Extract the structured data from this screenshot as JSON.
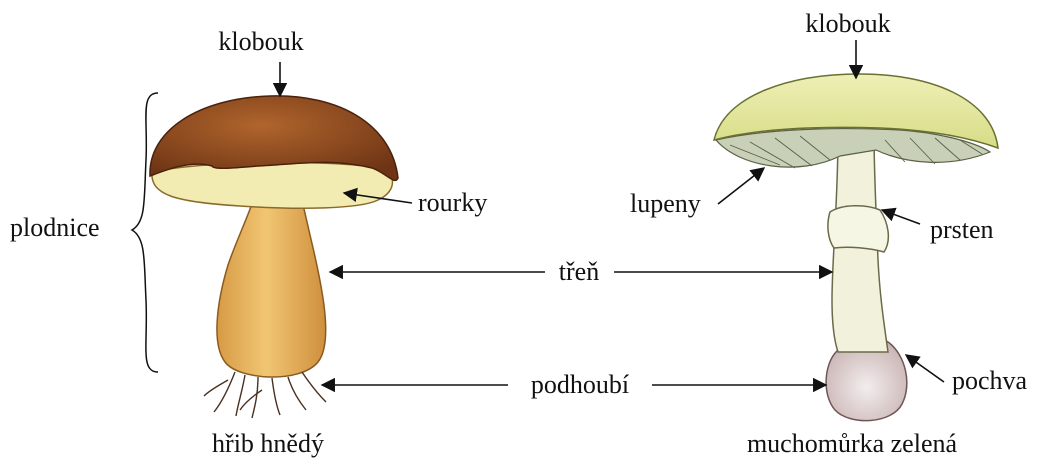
{
  "labels": {
    "cap_left": "klobouk",
    "cap_right": "klobouk",
    "fruiting_body": "plodnice",
    "tubes": "rourky",
    "gills": "lupeny",
    "ring": "prsten",
    "stem": "třeň",
    "mycelium": "podhoubí",
    "volva": "pochva",
    "name_left": "hřib hnědý",
    "name_right": "muchomůrka zelená"
  },
  "colors": {
    "boletus_cap": "#8a4a22",
    "boletus_pores": "#f3ecb2",
    "boletus_stem": "#e7b460",
    "amanita_cap": "#e4e8a2",
    "amanita_stem": "#f2f2dc",
    "amanita_volva": "#e2d6d6"
  }
}
